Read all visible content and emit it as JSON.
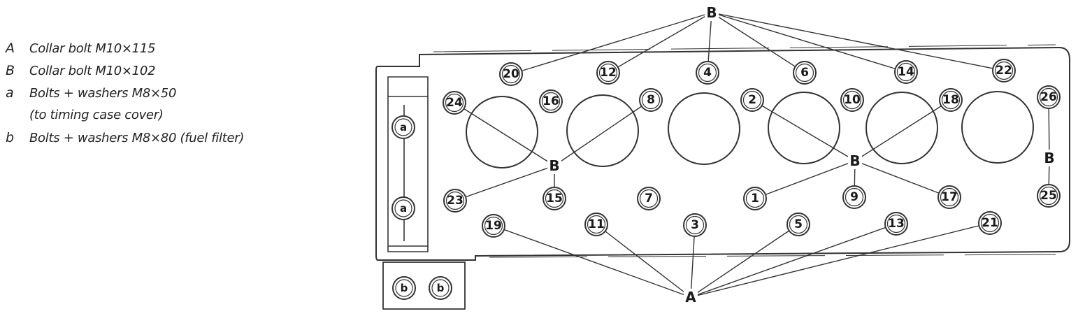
{
  "legend": [
    {
      "key": "A",
      "text": "Collar bolt M10×115"
    },
    {
      "key": "B",
      "text": "Collar bolt M10×102"
    },
    {
      "key": "a",
      "text": "Bolts + washers M8×50"
    },
    {
      "key": "",
      "text": "(to timing case cover)"
    },
    {
      "key": "b",
      "text": "Bolts + washers M8×80 (fuel filter)"
    }
  ],
  "bolt_numbers": [
    "1",
    "2",
    "3",
    "4",
    "5",
    "6",
    "7",
    "8",
    "9",
    "10",
    "11",
    "12",
    "13",
    "14",
    "15",
    "16",
    "17",
    "18",
    "19",
    "20",
    "21",
    "22",
    "23",
    "24",
    "25",
    "26"
  ],
  "hub_labels": {
    "top_B": "B",
    "left_B": "B",
    "mid_B": "B",
    "right_B": "B",
    "bottom_A": "A"
  },
  "side_labels": {
    "a_upper": "a",
    "a_lower": "a",
    "b_left": "b",
    "b_right": "b"
  },
  "colors": {
    "line": "#333333",
    "text": "#1a1a1a"
  }
}
